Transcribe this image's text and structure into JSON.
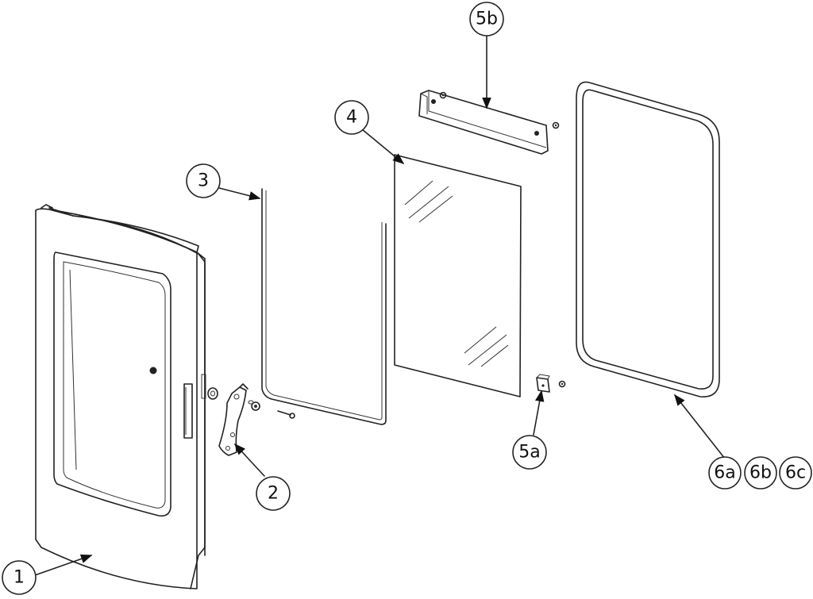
{
  "diagram": {
    "callouts": [
      {
        "id": "c1",
        "label": "1"
      },
      {
        "id": "c2",
        "label": "2"
      },
      {
        "id": "c3",
        "label": "3"
      },
      {
        "id": "c4",
        "label": "4"
      },
      {
        "id": "c5a",
        "label": "5a"
      },
      {
        "id": "c5b",
        "label": "5b"
      },
      {
        "id": "c6a",
        "label": "6a"
      },
      {
        "id": "c6b",
        "label": "6b"
      },
      {
        "id": "c6c",
        "label": "6c"
      }
    ],
    "colors": {
      "line": "#222222",
      "background": "#ffffff",
      "part_fill": "#ffffff",
      "shade": "#e9e9e9"
    }
  }
}
